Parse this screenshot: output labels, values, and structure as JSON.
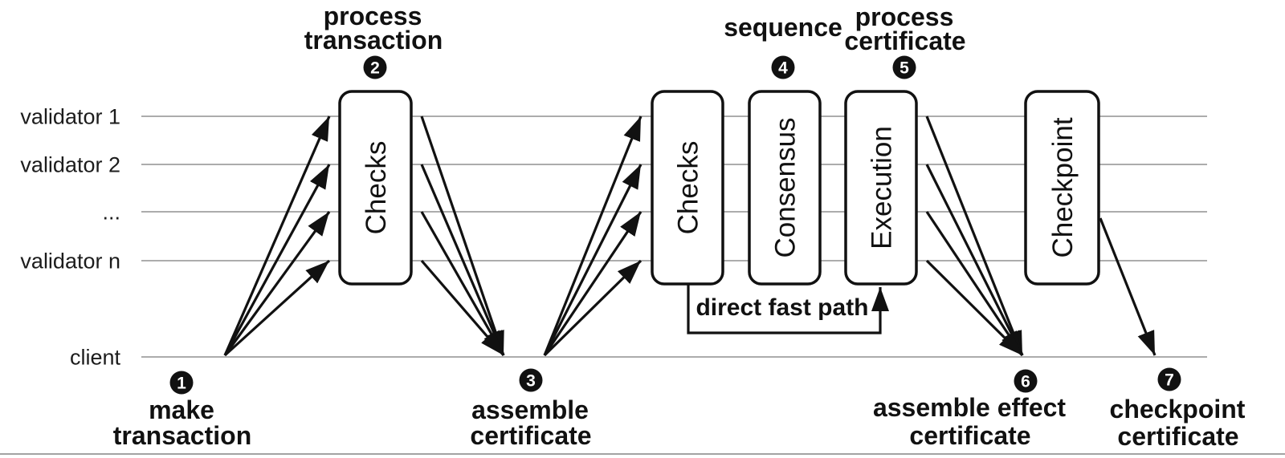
{
  "lanes": [
    {
      "label": "validator 1"
    },
    {
      "label": "validator 2"
    },
    {
      "label": "..."
    },
    {
      "label": "validator n"
    },
    {
      "label": "client"
    }
  ],
  "boxes": [
    {
      "label": "Checks"
    },
    {
      "label": "Checks"
    },
    {
      "label": "Consensus"
    },
    {
      "label": "Execution"
    },
    {
      "label": "Checkpoint"
    }
  ],
  "steps": [
    {
      "number": "1",
      "line1": "make",
      "line2": "transaction"
    },
    {
      "number": "2",
      "line1": "process",
      "line2": "transaction"
    },
    {
      "number": "3",
      "line1": "assemble",
      "line2": "certificate"
    },
    {
      "number": "4",
      "line1": "sequence",
      "line2": ""
    },
    {
      "number": "5",
      "line1": "process",
      "line2": "certificate"
    },
    {
      "number": "6",
      "line1": "assemble effect",
      "line2": "certificate"
    },
    {
      "number": "7",
      "line1": "checkpoint",
      "line2": "certificate"
    }
  ],
  "annotations": {
    "fast_path": "direct fast path"
  },
  "colors": {
    "background": "#ffffff",
    "lane_line": "#919191",
    "box_stroke": "#111111",
    "text": "#111111",
    "badge_fill": "#111111",
    "badge_text": "#ffffff"
  }
}
